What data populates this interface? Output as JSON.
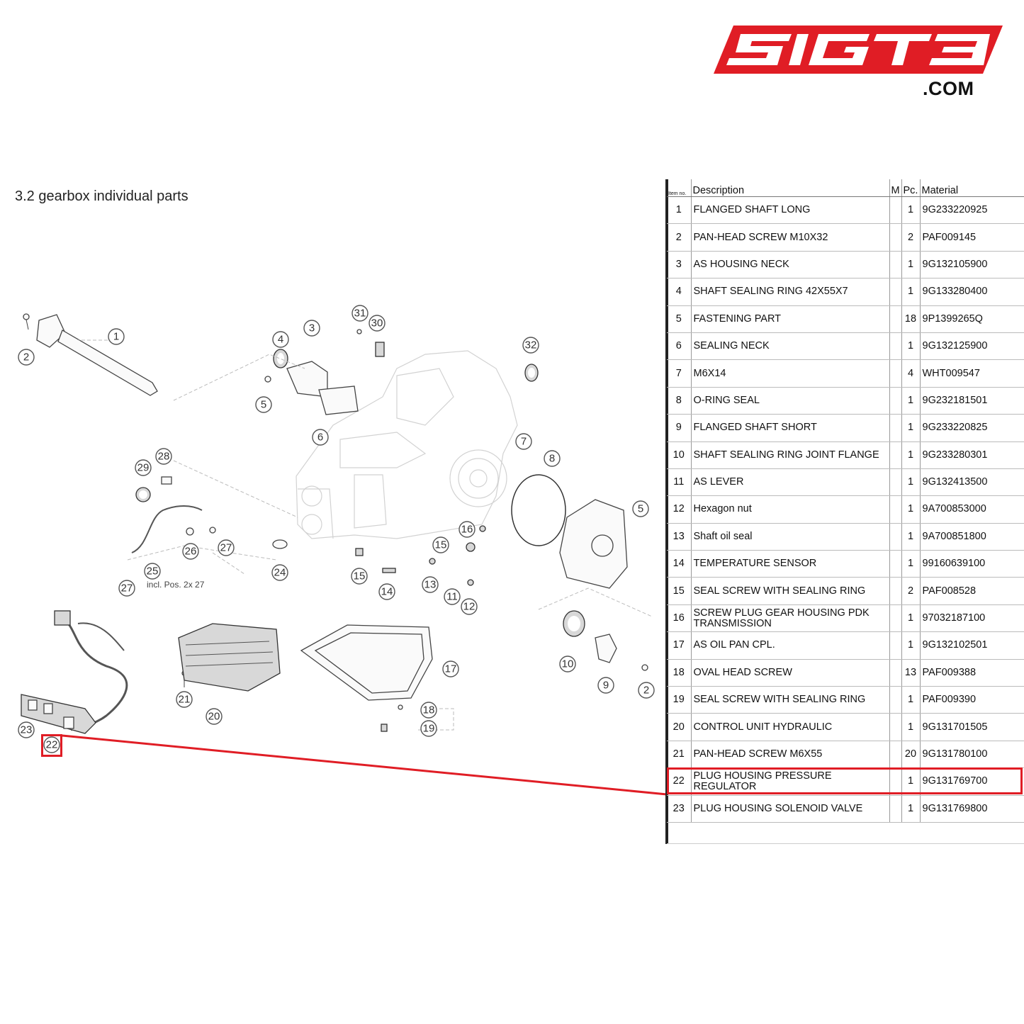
{
  "brand": {
    "logo_text": "SIGT3",
    "domain_suffix": ".COM",
    "accent_color": "#e01d25"
  },
  "section_title": "3.2  gearbox individual parts",
  "diagram": {
    "note": "incl. Pos. 2x 27",
    "highlight_color": "#e01d25",
    "highlighted_item": "22"
  },
  "parts_table": {
    "headers": {
      "item": "Item no.",
      "description": "Description",
      "m": "M",
      "qty": "Pc.",
      "material": "Material"
    },
    "rows": [
      {
        "item": "1",
        "description": "FLANGED SHAFT LONG",
        "m": "",
        "qty": "1",
        "material": "9G233220925"
      },
      {
        "item": "2",
        "description": "PAN-HEAD SCREW M10X32",
        "m": "",
        "qty": "2",
        "material": "PAF009145"
      },
      {
        "item": "3",
        "description": "AS HOUSING NECK",
        "m": "",
        "qty": "1",
        "material": "9G132105900"
      },
      {
        "item": "4",
        "description": "SHAFT SEALING RING 42X55X7",
        "m": "",
        "qty": "1",
        "material": "9G133280400"
      },
      {
        "item": "5",
        "description": "FASTENING PART",
        "m": "",
        "qty": "18",
        "material": "9P1399265Q"
      },
      {
        "item": "6",
        "description": "SEALING NECK",
        "m": "",
        "qty": "1",
        "material": "9G132125900"
      },
      {
        "item": "7",
        "description": "M6X14",
        "m": "",
        "qty": "4",
        "material": "WHT009547"
      },
      {
        "item": "8",
        "description": "O-RING SEAL",
        "m": "",
        "qty": "1",
        "material": "9G232181501"
      },
      {
        "item": "9",
        "description": "FLANGED SHAFT SHORT",
        "m": "",
        "qty": "1",
        "material": "9G233220825"
      },
      {
        "item": "10",
        "description": "SHAFT SEALING RING JOINT FLANGE",
        "m": "",
        "qty": "1",
        "material": "9G233280301"
      },
      {
        "item": "11",
        "description": "AS LEVER",
        "m": "",
        "qty": "1",
        "material": "9G132413500"
      },
      {
        "item": "12",
        "description": "Hexagon nut",
        "m": "",
        "qty": "1",
        "material": "9A700853000"
      },
      {
        "item": "13",
        "description": "Shaft oil seal",
        "m": "",
        "qty": "1",
        "material": "9A700851800"
      },
      {
        "item": "14",
        "description": "TEMPERATURE SENSOR",
        "m": "",
        "qty": "1",
        "material": "99160639100"
      },
      {
        "item": "15",
        "description": "SEAL SCREW WITH SEALING RING",
        "m": "",
        "qty": "2",
        "material": "PAF008528"
      },
      {
        "item": "16",
        "description": "SCREW PLUG GEAR HOUSING PDK TRANSMISSION",
        "m": "",
        "qty": "1",
        "material": "97032187100"
      },
      {
        "item": "17",
        "description": "AS OIL PAN CPL.",
        "m": "",
        "qty": "1",
        "material": "9G132102501"
      },
      {
        "item": "18",
        "description": "OVAL HEAD SCREW",
        "m": "",
        "qty": "13",
        "material": "PAF009388"
      },
      {
        "item": "19",
        "description": "SEAL SCREW WITH SEALING RING",
        "m": "",
        "qty": "1",
        "material": "PAF009390"
      },
      {
        "item": "20",
        "description": "CONTROL UNIT HYDRAULIC",
        "m": "",
        "qty": "1",
        "material": "9G131701505"
      },
      {
        "item": "21",
        "description": "PAN-HEAD SCREW M6X55",
        "m": "",
        "qty": "20",
        "material": "9G131780100"
      },
      {
        "item": "22",
        "description": "PLUG HOUSING PRESSURE REGULATOR",
        "m": "",
        "qty": "1",
        "material": "9G131769700"
      },
      {
        "item": "23",
        "description": "PLUG HOUSING SOLENOID VALVE",
        "m": "",
        "qty": "1",
        "material": "9G131769800"
      }
    ]
  }
}
